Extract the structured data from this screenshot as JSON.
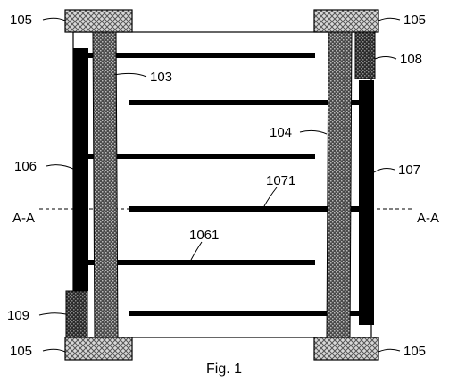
{
  "labels": {
    "pad_top_left": "105",
    "pad_top_right": "105",
    "pad_bottom_left": "105",
    "pad_bottom_right": "105",
    "electrode_left": "103",
    "electrode_right": "104",
    "block_right_top": "108",
    "bus_left": "106",
    "bus_right": "107",
    "block_left_bottom": "109",
    "finger_right": "1071",
    "finger_left": "1061",
    "section_left": "A-A",
    "section_right": "A-A"
  },
  "caption": "Fig. 1"
}
